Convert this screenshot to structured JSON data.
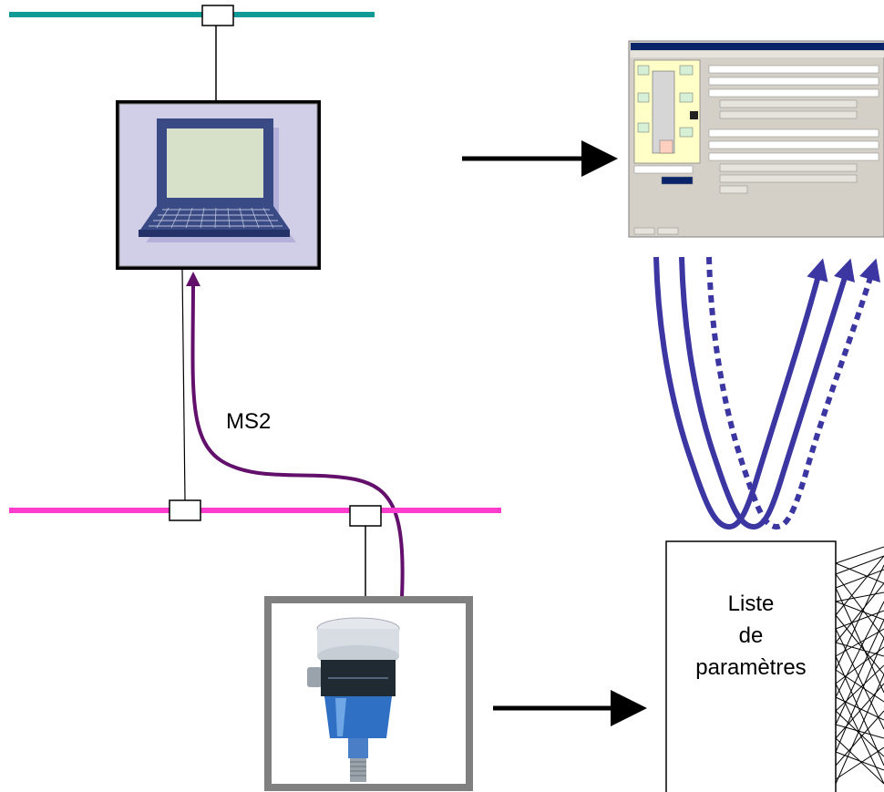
{
  "labels": {
    "link": "MS2",
    "param_list_line1": "Liste",
    "param_list_line2": "de",
    "param_list_line3": "paramètres"
  },
  "colors": {
    "upper_bus": "#0f9a96",
    "lower_bus": "#ff3dcc",
    "ms2_link": "#62106b",
    "flow_arrows": "#3b36a1",
    "arrow": "#000000",
    "pc_frame_bg": "#d0cfe7",
    "device_frame": "#808080"
  },
  "icons": {
    "pc": "laptop-icon",
    "device": "pressure-transmitter-icon",
    "screenshot": "config-screenshot"
  }
}
